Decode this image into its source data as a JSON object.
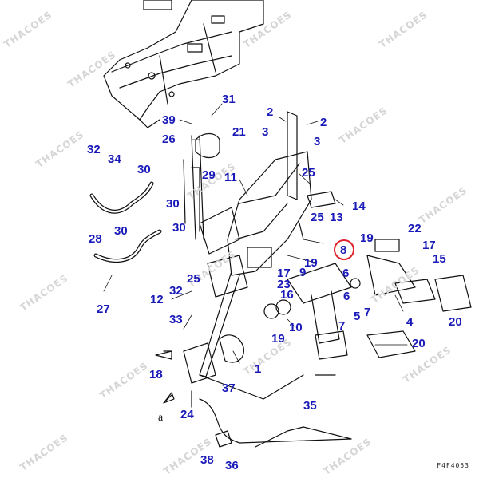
{
  "watermark": "THACOES",
  "sheet_code": "F4F4053",
  "connector_letter": "a",
  "highlight_color": "#e0202a",
  "label_color": "#1a1ab8",
  "highlighted_part": "8",
  "part_labels": [
    "31",
    "39",
    "26",
    "2",
    "2",
    "3",
    "3",
    "21",
    "32",
    "34",
    "30",
    "11",
    "29",
    "25",
    "30",
    "30",
    "28",
    "30",
    "13",
    "14",
    "25",
    "22",
    "17",
    "15",
    "19",
    "8",
    "19",
    "9",
    "6",
    "17",
    "23",
    "25",
    "32",
    "12",
    "33",
    "27",
    "16",
    "6",
    "5",
    "7",
    "7",
    "10",
    "19",
    "20",
    "4",
    "20",
    "1",
    "18",
    "37",
    "24",
    "35",
    "38",
    "36"
  ]
}
